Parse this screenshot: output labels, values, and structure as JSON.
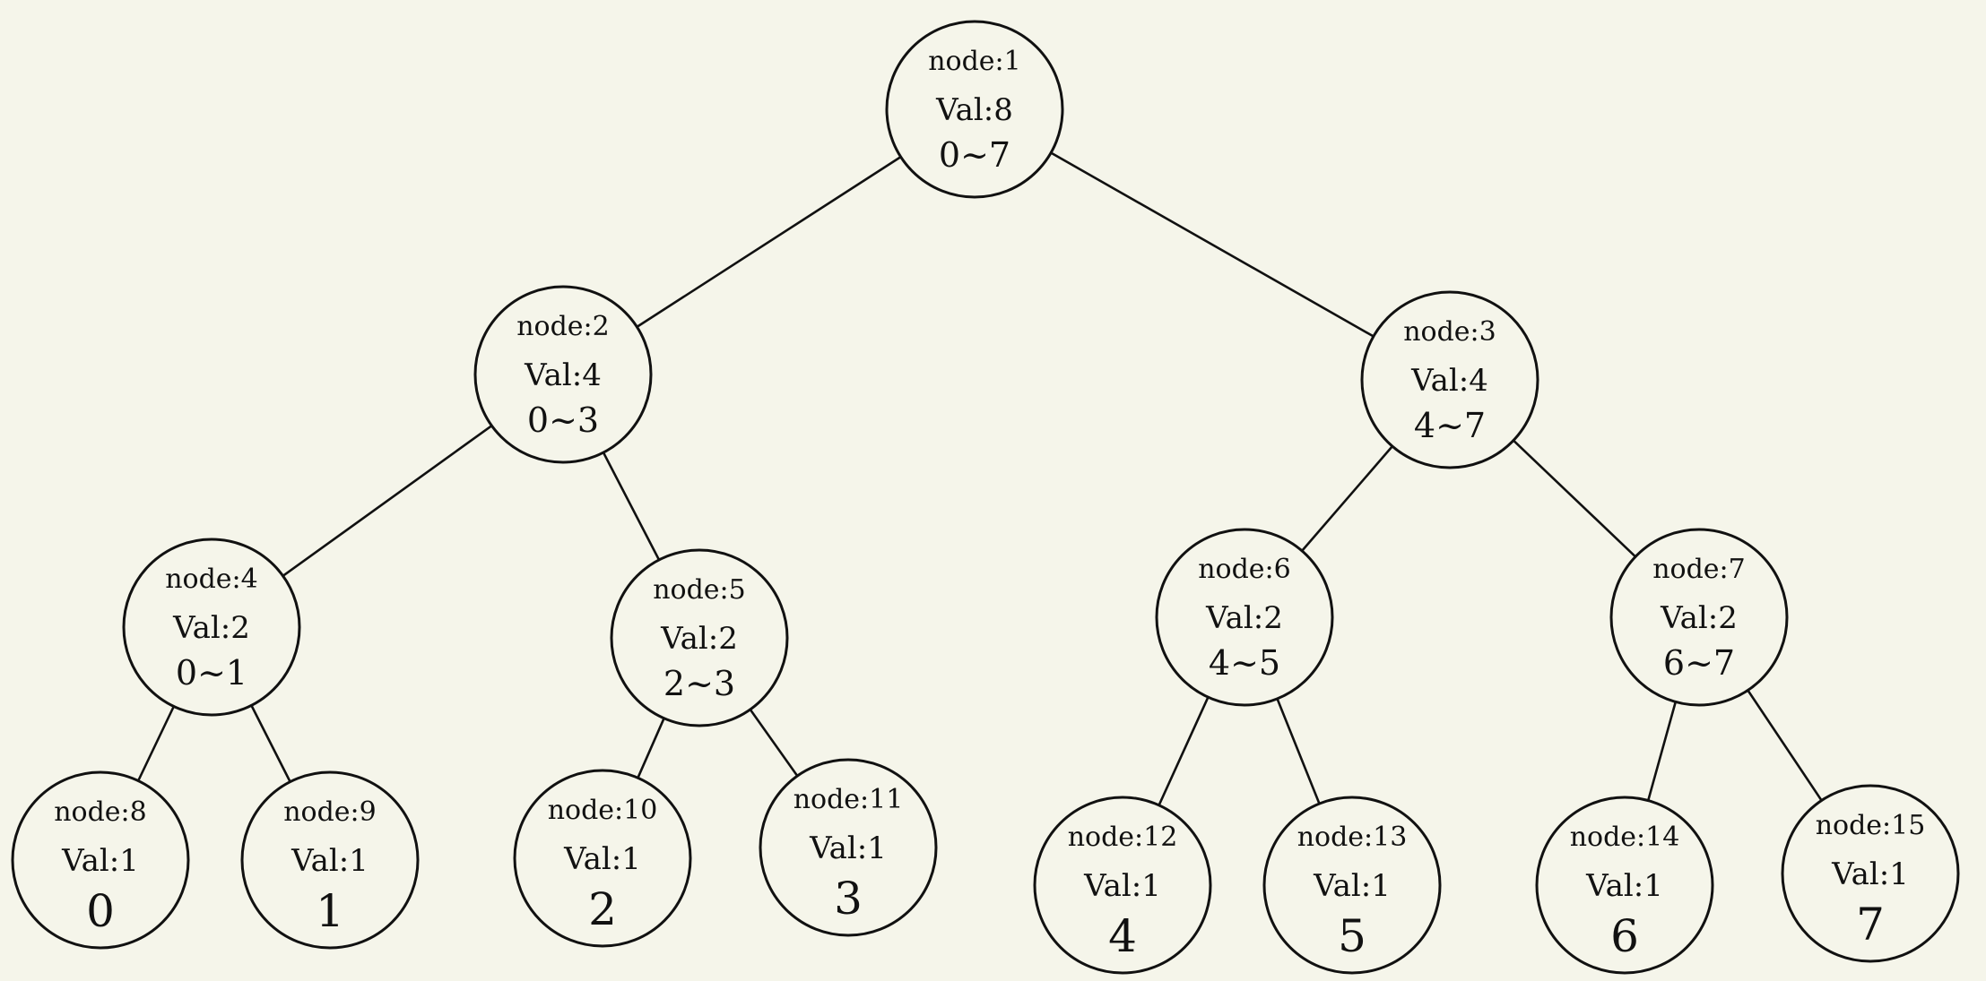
{
  "colors": {
    "background": "#f5f5ea",
    "ink": "#111111"
  },
  "tree": {
    "nodes": [
      {
        "id": 1,
        "node_label": "node:1",
        "val_label": "Val:8",
        "range_label": "0~7"
      },
      {
        "id": 2,
        "node_label": "node:2",
        "val_label": "Val:4",
        "range_label": "0~3"
      },
      {
        "id": 3,
        "node_label": "node:3",
        "val_label": "Val:4",
        "range_label": "4~7"
      },
      {
        "id": 4,
        "node_label": "node:4",
        "val_label": "Val:2",
        "range_label": "0~1"
      },
      {
        "id": 5,
        "node_label": "node:5",
        "val_label": "Val:2",
        "range_label": "2~3"
      },
      {
        "id": 6,
        "node_label": "node:6",
        "val_label": "Val:2",
        "range_label": "4~5"
      },
      {
        "id": 7,
        "node_label": "node:7",
        "val_label": "Val:2",
        "range_label": "6~7"
      },
      {
        "id": 8,
        "node_label": "node:8",
        "val_label": "Val:1",
        "range_label": "0"
      },
      {
        "id": 9,
        "node_label": "node:9",
        "val_label": "Val:1",
        "range_label": "1"
      },
      {
        "id": 10,
        "node_label": "node:10",
        "val_label": "Val:1",
        "range_label": "2"
      },
      {
        "id": 11,
        "node_label": "node:11",
        "val_label": "Val:1",
        "range_label": "3"
      },
      {
        "id": 12,
        "node_label": "node:12",
        "val_label": "Val:1",
        "range_label": "4"
      },
      {
        "id": 13,
        "node_label": "node:13",
        "val_label": "Val:1",
        "range_label": "5"
      },
      {
        "id": 14,
        "node_label": "node:14",
        "val_label": "Val:1",
        "range_label": "6"
      },
      {
        "id": 15,
        "node_label": "node:15",
        "val_label": "Val:1",
        "range_label": "7"
      }
    ],
    "edges": [
      {
        "from": 1,
        "to": 2
      },
      {
        "from": 1,
        "to": 3
      },
      {
        "from": 2,
        "to": 4
      },
      {
        "from": 2,
        "to": 5
      },
      {
        "from": 3,
        "to": 6
      },
      {
        "from": 3,
        "to": 7
      },
      {
        "from": 4,
        "to": 8
      },
      {
        "from": 4,
        "to": 9
      },
      {
        "from": 5,
        "to": 10
      },
      {
        "from": 5,
        "to": 11
      },
      {
        "from": 6,
        "to": 12
      },
      {
        "from": 6,
        "to": 13
      },
      {
        "from": 7,
        "to": 14
      },
      {
        "from": 7,
        "to": 15
      }
    ]
  }
}
